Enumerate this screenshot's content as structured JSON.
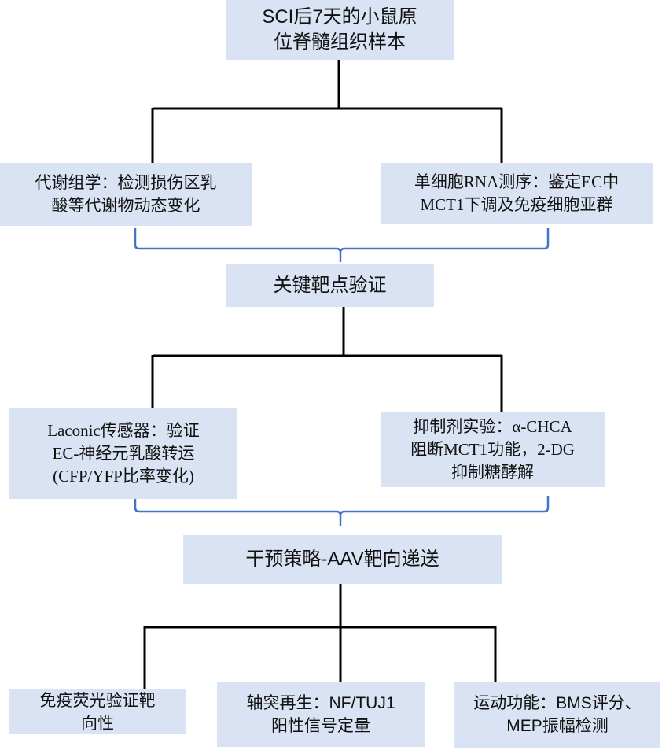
{
  "colors": {
    "box_fill": "#dae3f3",
    "connector": "#000000",
    "brace": "#4472c4"
  },
  "nodes": {
    "root": {
      "lines": [
        "SCI后7天的小鼠原",
        "位脊髓组织样本"
      ]
    },
    "metabolomics": {
      "lines": [
        "代谢组学：检测损伤区乳",
        "酸等代谢物动态变化"
      ]
    },
    "scrna": {
      "lines": [
        "单细胞RNA测序：鉴定EC中",
        "MCT1下调及免疫细胞亚群"
      ]
    },
    "validation": {
      "lines": [
        "关键靶点验证"
      ]
    },
    "laconic": {
      "lines": [
        "Laconic传感器：验证",
        "EC-神经元乳酸转运",
        "(CFP/YFP比率变化)"
      ]
    },
    "inhibitor": {
      "lines": [
        "抑制剂实验：α-CHCA",
        "阻断MCT1功能，2-DG",
        "抑制糖酵解"
      ]
    },
    "intervention": {
      "lines": [
        "干预策略-AAV靶向递送"
      ]
    },
    "immuno": {
      "lines": [
        "免疫荧光验证靶",
        "向性"
      ]
    },
    "axon": {
      "lines": [
        "轴突再生：NF/TUJ1",
        "阳性信号定量"
      ]
    },
    "motor": {
      "lines": [
        "运动功能：BMS评分、",
        "MEP振幅检测"
      ]
    }
  }
}
